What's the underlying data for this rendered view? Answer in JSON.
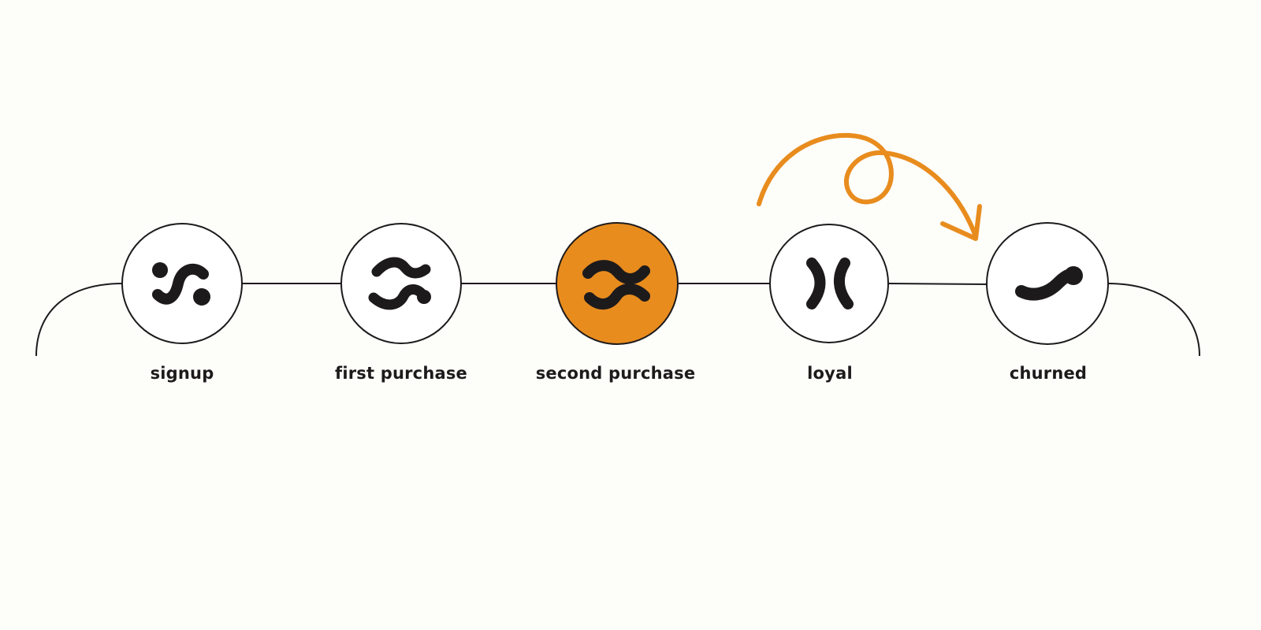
{
  "colors": {
    "background": "#fdfdfa",
    "ink": "#1d1a1c",
    "accent": "#e88c1e",
    "node_fill": "#ffffff"
  },
  "flow": {
    "direction": "left-to-right",
    "highlighted_stage": "second purchase",
    "stages": [
      {
        "label": "signup",
        "icon": "swirl-dots-icon",
        "highlighted": false
      },
      {
        "label": "first purchase",
        "icon": "wave-pair-icon",
        "highlighted": false
      },
      {
        "label": "second purchase",
        "icon": "double-wave-icon",
        "highlighted": true
      },
      {
        "label": "loyal",
        "icon": "parentheses-icon",
        "highlighted": false
      },
      {
        "label": "churned",
        "icon": "single-curve-icon",
        "highlighted": false
      }
    ],
    "arrow": {
      "from": "loyal",
      "to": "churned",
      "style": "looping curved arrow"
    }
  }
}
